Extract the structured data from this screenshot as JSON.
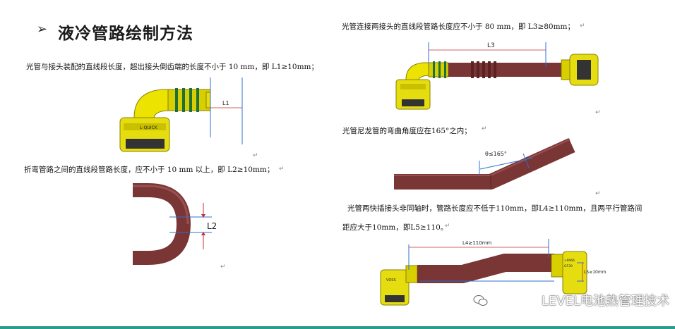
{
  "title": "液冷管路绘制方法",
  "bullet": "➢",
  "texts": {
    "l1": "光管与接头装配的直线段长度，超出接头倒齿端的长度不小于 10 mm，即 L1≥10mm；",
    "l2": "折弯管路之间的直线段管路长度，应不小于 10 mm  以上，即 L2≥10mm；",
    "l3": "光管连接两接头的直线段管路长度应不小于 80 mm，即 L3≥80mm；",
    "bend": "光管尼龙管的弯曲角度应在165°之内；",
    "l4_line1": "光管两快插接头非同轴时，管路长度应不低于110mm，即L4≥110mm，且两平行管路间",
    "l4_line2": "距应大于10mm，即L5≥110。"
  },
  "labels": {
    "L1": "L1",
    "L2": "L2",
    "L3": "L3",
    "angle": "θ≤165°",
    "L4": "L4≥110mm",
    "L5": "L5≥10mm",
    "connector_mark": "L-QUICK",
    "connector_mark2": "VOSS",
    "fitting_mark": ">PA66",
    "fitting_mark2": "GF30"
  },
  "return_mark": "↵",
  "watermark": "LEVEL电池热管理技术",
  "colors": {
    "pipe": "#7a3535",
    "pipe_dark": "#5a2222",
    "connector": "#e8e000",
    "dim_line": "#3070d0",
    "accent": "#2f9b8f"
  }
}
